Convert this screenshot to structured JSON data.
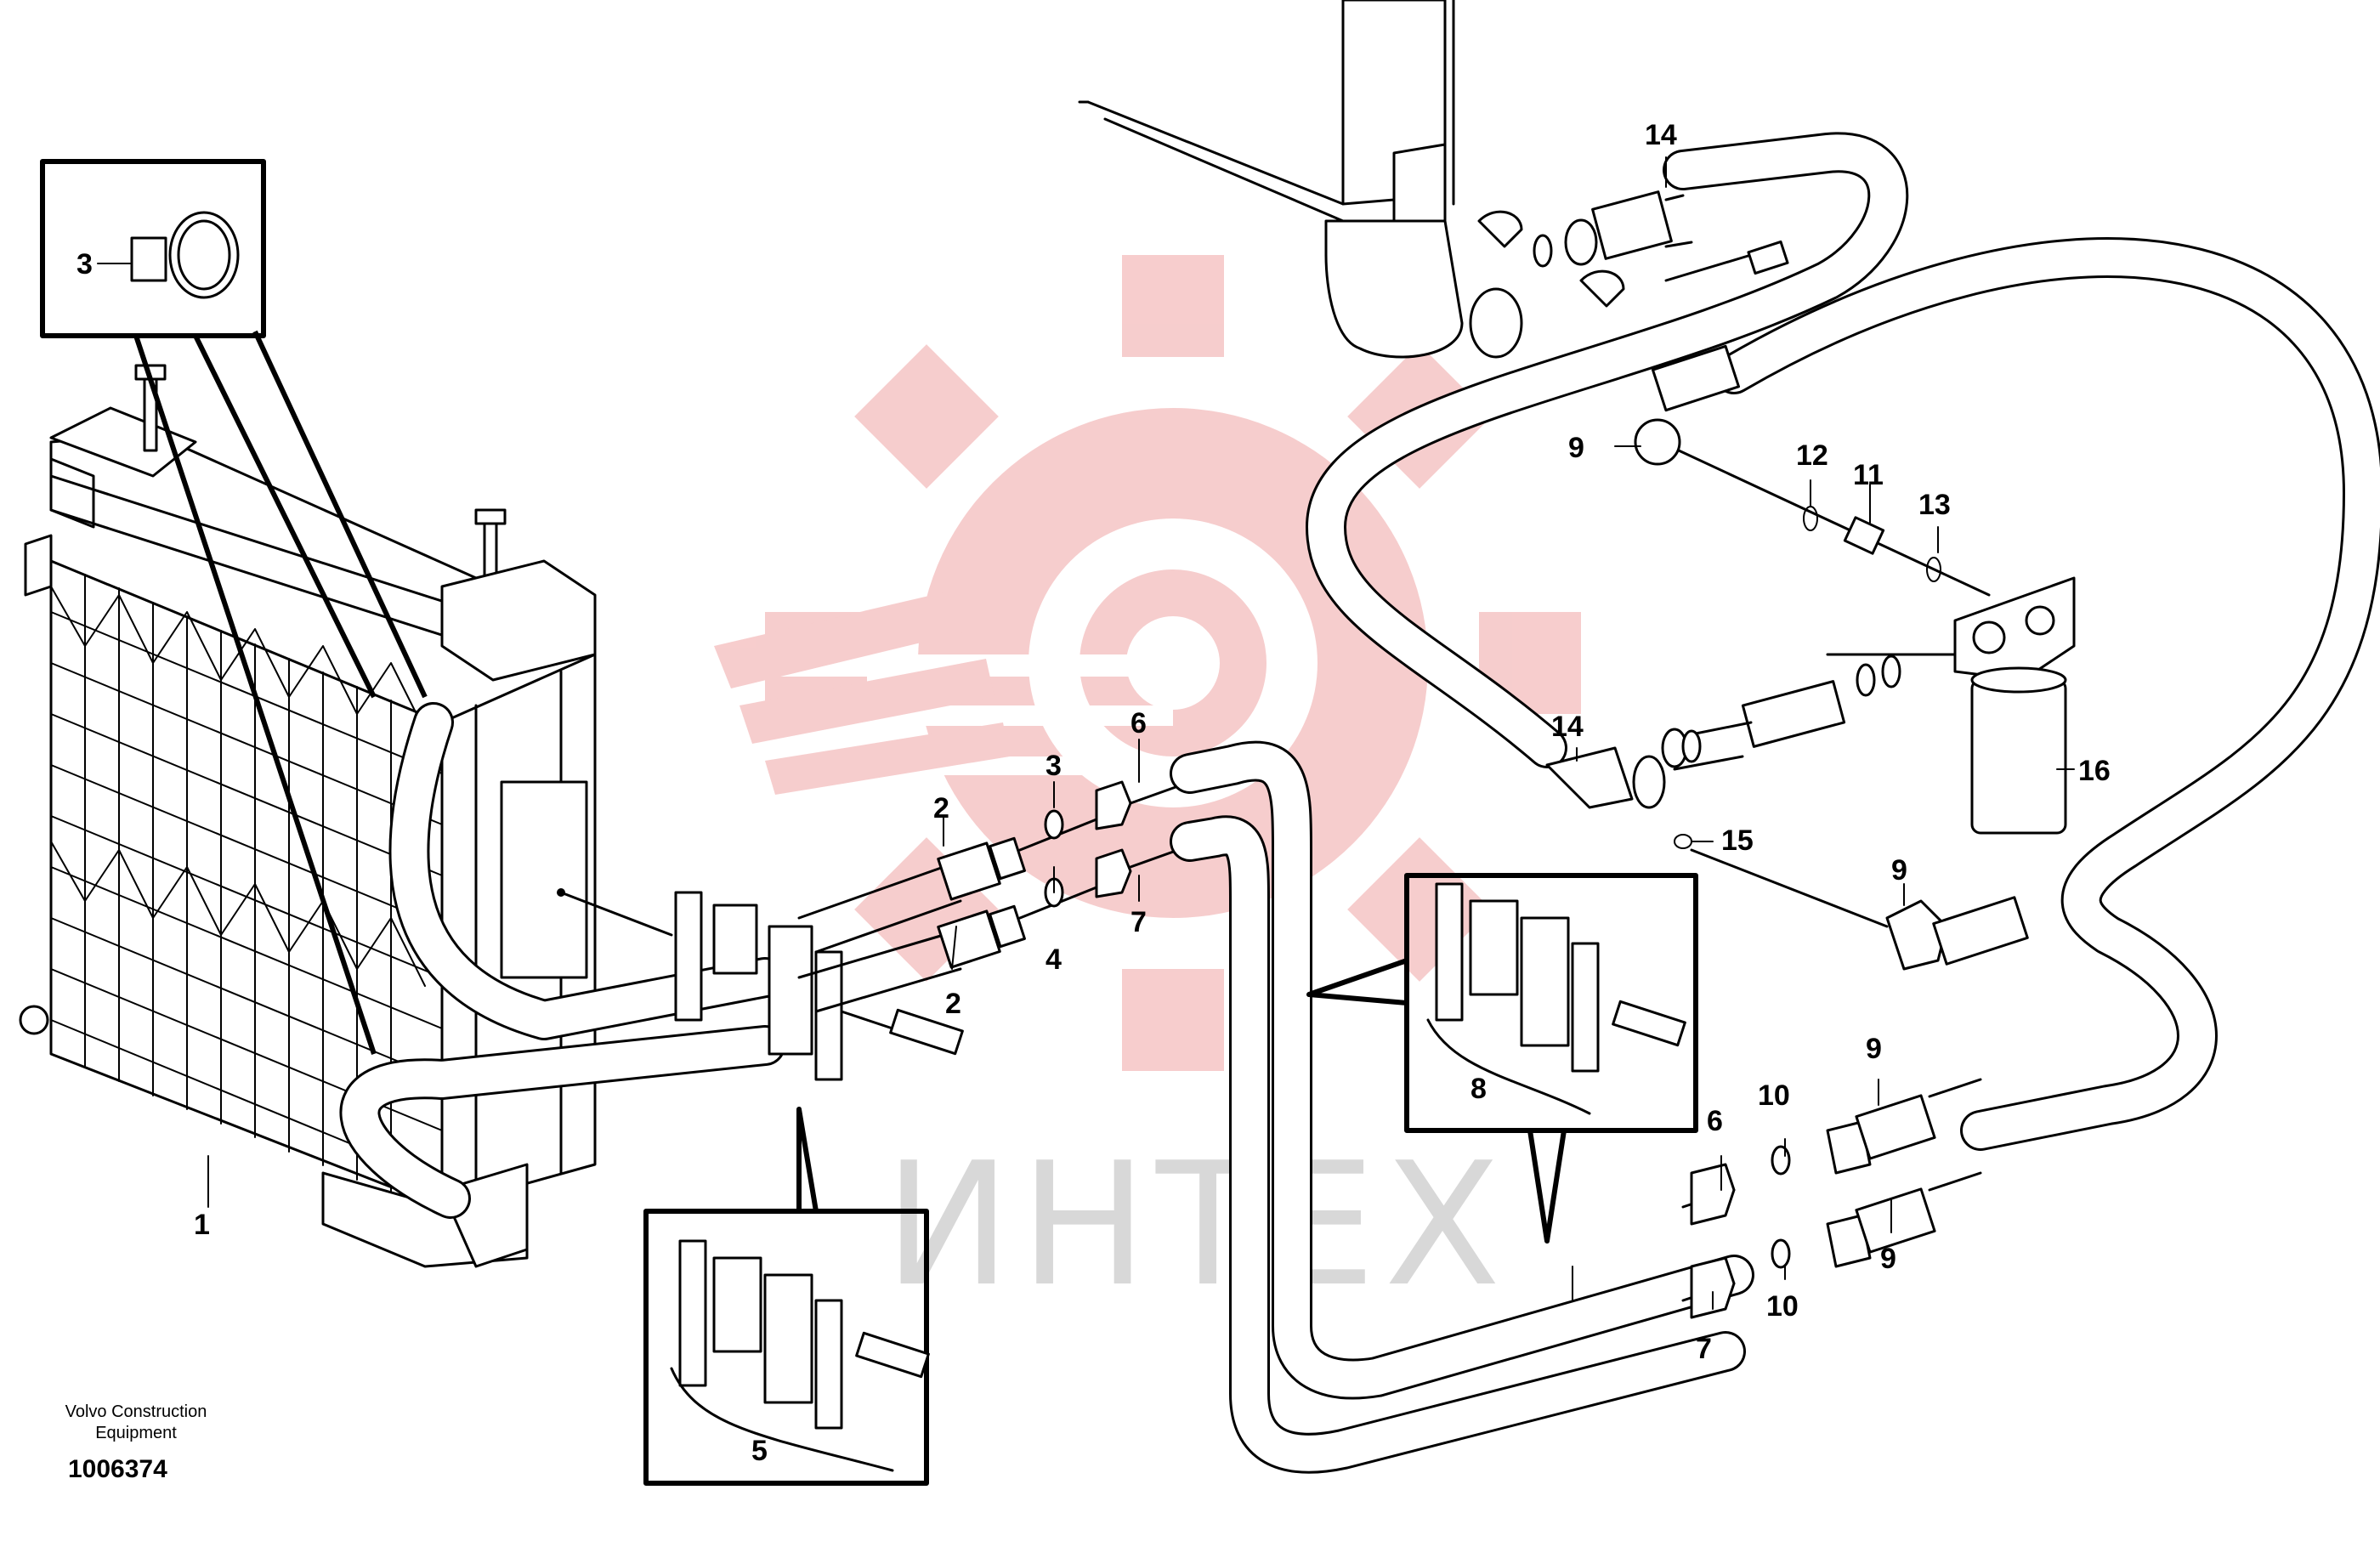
{
  "publisher": {
    "line1": "Volvo Construction",
    "line2": "Equipment",
    "document_number": "1006374"
  },
  "watermark": {
    "text": "ИНТЕХ",
    "gear_color": "#f6c8c8",
    "text_color": "#d8d8d8"
  },
  "callouts": [
    {
      "id": "c1",
      "label": "1"
    },
    {
      "id": "c2a",
      "label": "2"
    },
    {
      "id": "c2b",
      "label": "2"
    },
    {
      "id": "c3a",
      "label": "3"
    },
    {
      "id": "c3b",
      "label": "3"
    },
    {
      "id": "c4",
      "label": "4"
    },
    {
      "id": "c5",
      "label": "5"
    },
    {
      "id": "c6a",
      "label": "6"
    },
    {
      "id": "c6b",
      "label": "6"
    },
    {
      "id": "c7a",
      "label": "7"
    },
    {
      "id": "c7b",
      "label": "7"
    },
    {
      "id": "c8",
      "label": "8"
    },
    {
      "id": "c9a",
      "label": "9"
    },
    {
      "id": "c9b",
      "label": "9"
    },
    {
      "id": "c9c",
      "label": "9"
    },
    {
      "id": "c9d",
      "label": "9"
    },
    {
      "id": "c10a",
      "label": "10"
    },
    {
      "id": "c10b",
      "label": "10"
    },
    {
      "id": "c11",
      "label": "11"
    },
    {
      "id": "c12",
      "label": "12"
    },
    {
      "id": "c13",
      "label": "13"
    },
    {
      "id": "c14a",
      "label": "14"
    },
    {
      "id": "c14b",
      "label": "14"
    },
    {
      "id": "c15",
      "label": "15"
    },
    {
      "id": "c16",
      "label": "16"
    }
  ]
}
